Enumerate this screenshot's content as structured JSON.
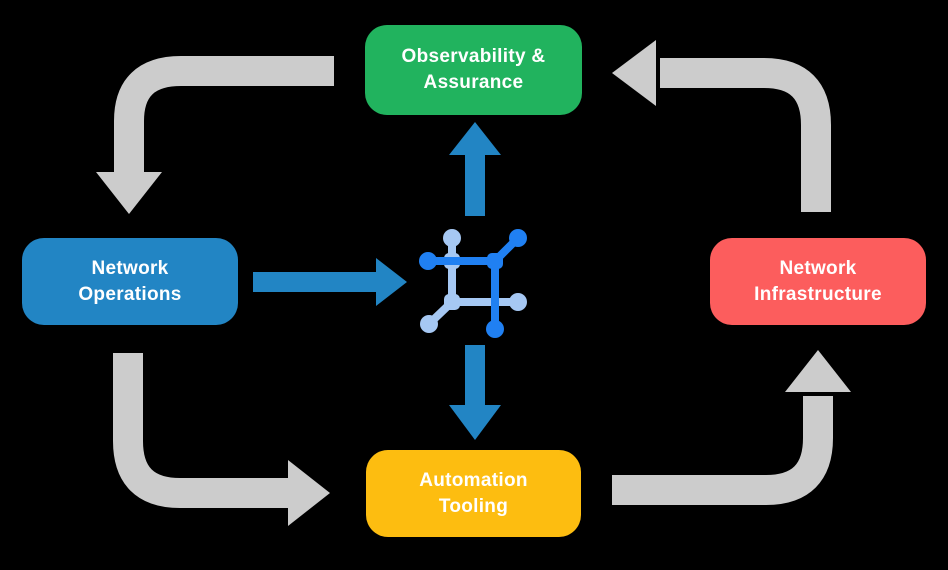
{
  "diagram": {
    "center_icon": "network-mesh-icon",
    "nodes": {
      "observability": {
        "label": "Observability &\nAssurance"
      },
      "operations": {
        "label": "Network\nOperations"
      },
      "infrastructure": {
        "label": "Network\nInfrastructure"
      },
      "automation": {
        "label": "Automation\nTooling"
      }
    },
    "edges": [
      {
        "from": "observability",
        "to": "operations",
        "style": "gray-elbow-arrow"
      },
      {
        "from": "operations",
        "to": "automation",
        "style": "gray-elbow-arrow"
      },
      {
        "from": "automation",
        "to": "infrastructure",
        "style": "gray-elbow-arrow"
      },
      {
        "from": "infrastructure",
        "to": "observability",
        "style": "gray-elbow-arrow"
      },
      {
        "from": "operations",
        "to": "center-icon",
        "style": "blue-straight-arrow"
      },
      {
        "from": "center-icon",
        "to": "observability",
        "style": "blue-straight-arrow"
      },
      {
        "from": "center-icon",
        "to": "automation",
        "style": "blue-straight-arrow"
      }
    ]
  },
  "colors": {
    "background": "#000000",
    "node_text": "#ffffff",
    "node_observability": "#21b35e",
    "node_operations": "#2285c4",
    "node_infrastructure": "#fc5d5d",
    "node_automation": "#fdbd10",
    "arrow_gray": "#cccccc",
    "arrow_blue": "#2285c4",
    "icon_dark_blue": "#2080f2",
    "icon_light_blue": "#a6c8f3"
  }
}
